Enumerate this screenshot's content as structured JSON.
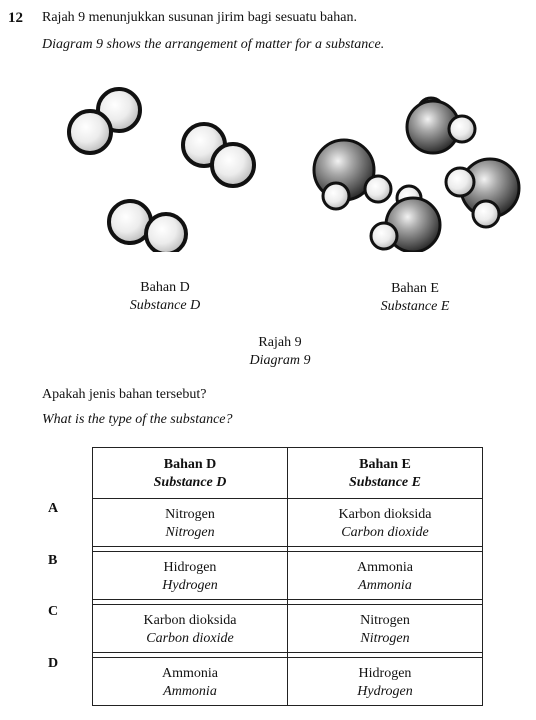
{
  "question": {
    "number": "12",
    "stem_ms": "Rajah 9 menunjukkan susunan jirim bagi sesuatu bahan.",
    "stem_en": "Diagram 9 shows the arrangement of matter for a substance."
  },
  "diagram": {
    "substance_d_ms": "Bahan D",
    "substance_d_en": "Substance D",
    "substance_e_ms": "Bahan E",
    "substance_e_en": "Substance E",
    "caption_ms": "Rajah 9",
    "caption_en": "Diagram 9"
  },
  "prompt": {
    "ms": "Apakah jenis bahan tersebut?",
    "en": "What is the type of the substance?"
  },
  "table": {
    "header_d_ms": "Bahan D",
    "header_d_en": "Substance D",
    "header_e_ms": "Bahan E",
    "header_e_en": "Substance E",
    "options": [
      {
        "letter": "A",
        "d_ms": "Nitrogen",
        "d_en": "Nitrogen",
        "e_ms": "Karbon dioksida",
        "e_en": "Carbon dioxide"
      },
      {
        "letter": "B",
        "d_ms": "Hidrogen",
        "d_en": "Hydrogen",
        "e_ms": "Ammonia",
        "e_en": "Ammonia"
      },
      {
        "letter": "C",
        "d_ms": "Karbon dioksida",
        "d_en": "Carbon dioxide",
        "e_ms": "Nitrogen",
        "e_en": "Nitrogen"
      },
      {
        "letter": "D",
        "d_ms": "Ammonia",
        "d_en": "Ammonia",
        "e_ms": "Hidrogen",
        "e_en": "Hydrogen"
      }
    ]
  }
}
